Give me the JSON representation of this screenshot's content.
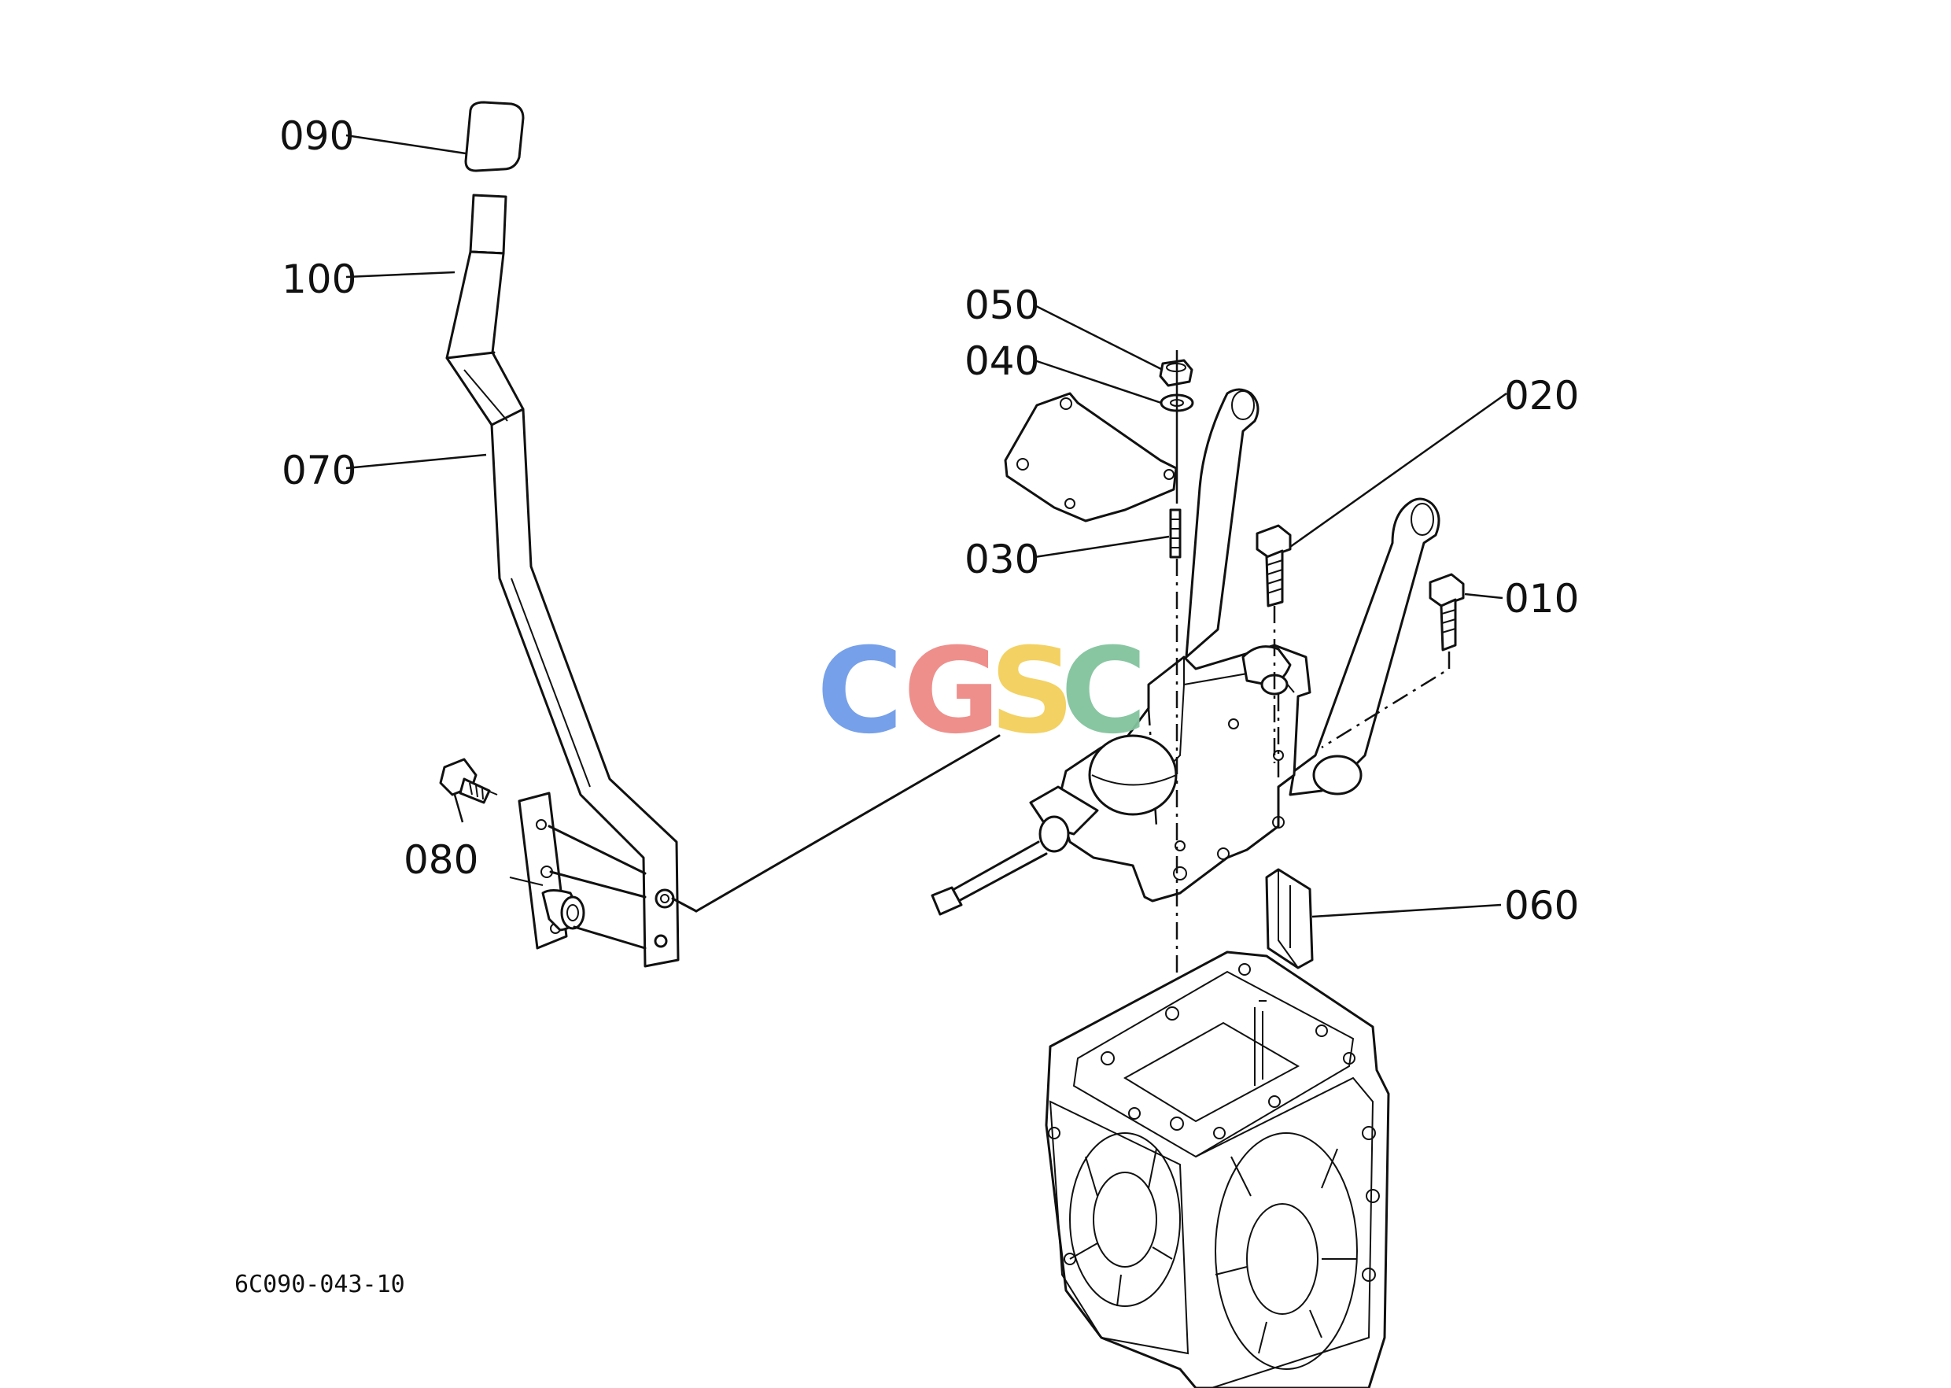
{
  "callouts": [
    {
      "id": "090",
      "label": "090"
    },
    {
      "id": "100",
      "label": "100"
    },
    {
      "id": "070",
      "label": "070"
    },
    {
      "id": "080",
      "label": "080"
    },
    {
      "id": "050",
      "label": "050"
    },
    {
      "id": "040",
      "label": "040"
    },
    {
      "id": "020",
      "label": "020"
    },
    {
      "id": "030",
      "label": "030"
    },
    {
      "id": "010",
      "label": "010"
    },
    {
      "id": "060",
      "label": "060"
    }
  ],
  "figure_code": "6C090-043-10",
  "watermark": {
    "letters": [
      "C",
      "G",
      "S",
      "C"
    ],
    "colors": [
      "#6f9be8",
      "#ee8a86",
      "#f3cf5a",
      "#82c49e"
    ]
  }
}
